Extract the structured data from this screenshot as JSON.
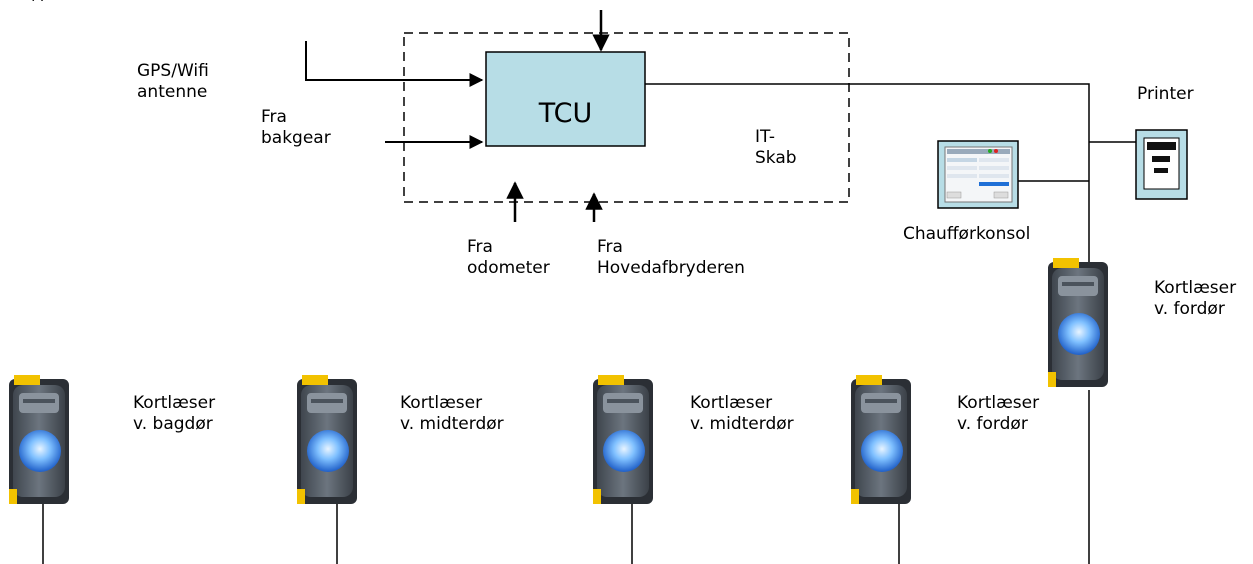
{
  "top_caption": "                       (      )",
  "tcu": {
    "label": "TCU"
  },
  "it_cabinet": {
    "line1": "IT-",
    "line2": "Skab"
  },
  "inputs": {
    "gps": {
      "line1": "GPS/Wifi",
      "line2": "antenne"
    },
    "reverse_gear": {
      "line1": "Fra",
      "line2": "bakgear"
    },
    "odometer": {
      "line1": "Fra",
      "line2": "odometer"
    },
    "main_switch": {
      "line1": "Fra",
      "line2": "Hovedafbryderen"
    }
  },
  "printer": {
    "label": "Printer"
  },
  "console": {
    "label": "Chaufførkonsol"
  },
  "readers": [
    {
      "line1": "Kortlæser",
      "line2": "v. fordør"
    },
    {
      "line1": "Kortlæser",
      "line2": "v. bagdør"
    },
    {
      "line1": "Kortlæser",
      "line2": "v. midterdør"
    },
    {
      "line1": "Kortlæser",
      "line2": "v. midterdør"
    },
    {
      "line1": "Kortlæser",
      "line2": "v. fordør"
    }
  ],
  "colors": {
    "tcu_fill": "#b7dde6",
    "reader_body": "#5b636d",
    "reader_light": "#2e8cf0",
    "reader_accent": "#f2c200"
  }
}
